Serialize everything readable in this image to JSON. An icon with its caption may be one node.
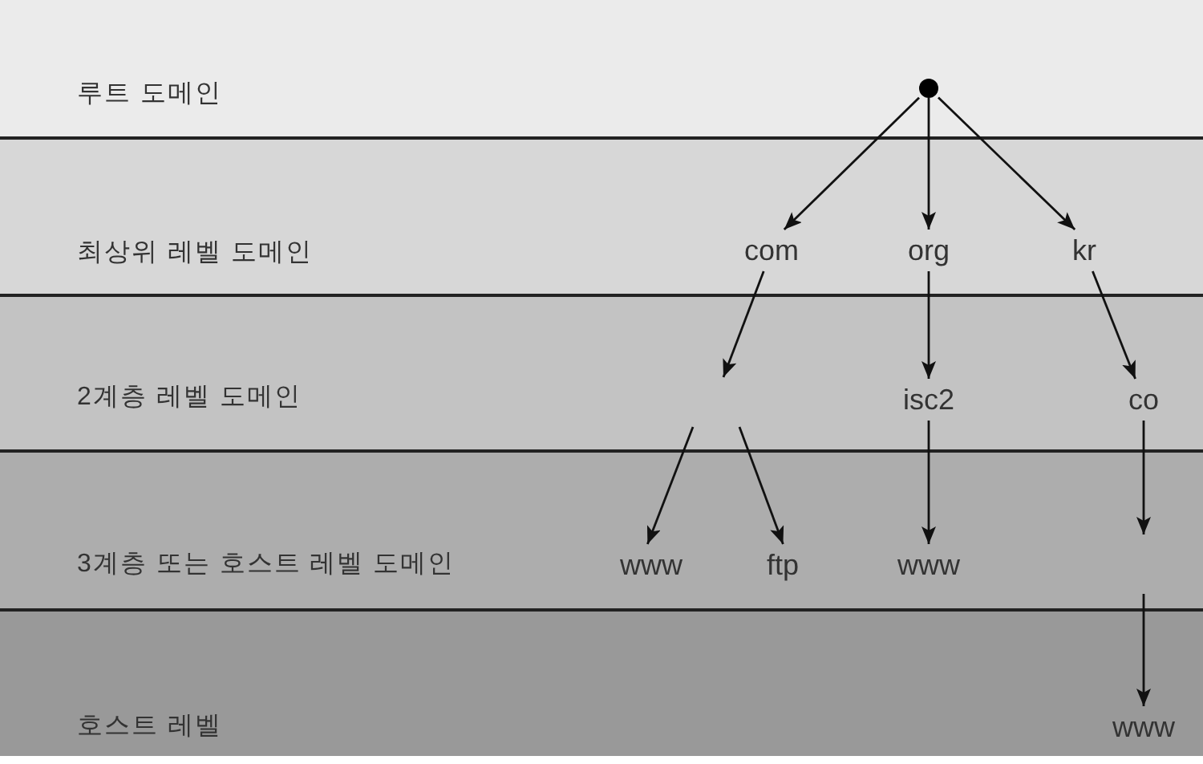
{
  "diagram": {
    "nodes": [
      {
        "text": [
          "루트 도메인"
        ]
      },
      {
        "text": [],
        "shape": "circle",
        "in": 0
      },
      {
        "text": [
          "최상위 레벨 도메인"
        ]
      },
      {
        "text": [
          "com"
        ],
        "in": 2
      },
      {
        "text": [
          "org"
        ],
        "in": 2
      },
      {
        "text": [
          "kr"
        ],
        "in": 2
      },
      {
        "text": [
          "2계층 레벨 도메인"
        ]
      },
      {
        "text": [
          "isc2"
        ],
        "in": 6
      },
      {
        "text": [
          "co"
        ],
        "in": 6
      },
      {
        "text": [
          "3계층 또는 호스트 레벨 도메인"
        ]
      },
      {
        "text": [
          "www"
        ],
        "in": 9
      },
      {
        "text": [
          "ftp"
        ],
        "in": 9
      },
      {
        "text": [
          "www"
        ],
        "in": 9
      },
      {
        "text": [
          "호스트 레벨"
        ]
      },
      {
        "text": [
          "www"
        ],
        "in": 13
      }
    ],
    "edges": [
      {
        "from": 1,
        "to": 3,
        "arrow": "to"
      },
      {
        "from": 1,
        "to": 4,
        "arrow": "to"
      },
      {
        "from": 1,
        "to": 5,
        "arrow": "to"
      },
      {
        "from": 3,
        "to": null,
        "arrow": "to"
      },
      {
        "from": 4,
        "to": 7,
        "arrow": "to"
      },
      {
        "from": 5,
        "to": 8,
        "arrow": "to"
      },
      {
        "from": null,
        "to": 10,
        "arrow": "to"
      },
      {
        "from": null,
        "to": 11,
        "arrow": "to"
      },
      {
        "from": 7,
        "to": 12,
        "arrow": "to"
      },
      {
        "from": 8,
        "to": null,
        "arrow": "to"
      },
      {
        "from": null,
        "to": 14,
        "arrow": "to"
      }
    ]
  }
}
